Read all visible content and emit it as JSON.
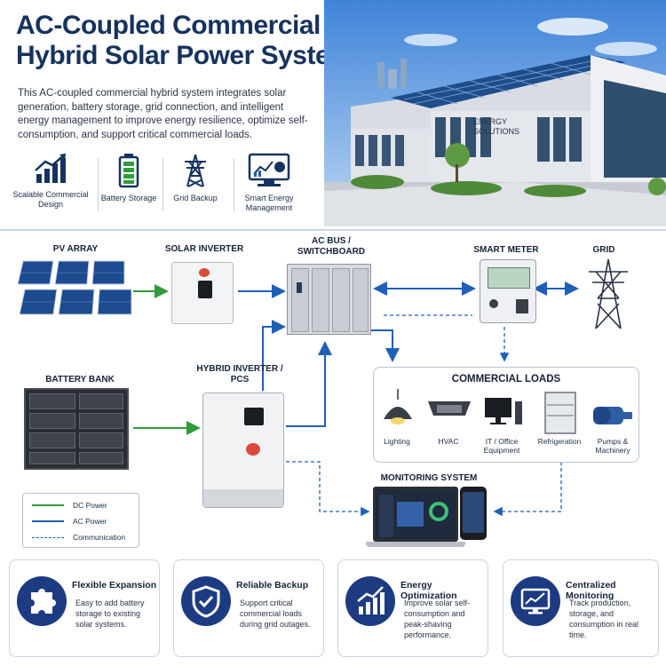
{
  "title": "AC-Coupled Commercial Hybrid Solar Power System",
  "description": "This AC-coupled commercial hybrid system integrates solar generation, battery storage, grid connection, and intelligent energy management to improve energy resilience, optimize self-consumption, and support critical commercial loads.",
  "features": [
    {
      "label": "Scalable Commercial Design",
      "icon": "bar-growth-icon"
    },
    {
      "label": "Battery Storage",
      "icon": "battery-icon"
    },
    {
      "label": "Grid Backup",
      "icon": "pylon-icon"
    },
    {
      "label": "Smart Energy Management",
      "icon": "monitor-chart-icon"
    }
  ],
  "building_sign": "ENERGY SOLUTIONS",
  "diagram": {
    "pv_array": "PV ARRAY",
    "solar_inverter": "SOLAR INVERTER",
    "ac_bus": "AC BUS / SWITCHBOARD",
    "smart_meter": "SMART METER",
    "grid": "GRID",
    "battery_bank": "BATTERY BANK",
    "hybrid_inverter": "HYBRID INVERTER / PCS",
    "commercial_loads": "COMMERCIAL LOADS",
    "monitoring_system": "MONITORING SYSTEM",
    "loads": [
      {
        "label": "Lighting",
        "icon": "lamp-icon"
      },
      {
        "label": "HVAC",
        "icon": "hvac-icon"
      },
      {
        "label": "IT / Office Equipment",
        "icon": "computer-icon"
      },
      {
        "label": "Refrigeration",
        "icon": "fridge-icon"
      },
      {
        "label": "Pumps & Machinery",
        "icon": "pump-icon"
      }
    ]
  },
  "legend": {
    "dc": "DC Power",
    "ac": "AC Power",
    "comm": "Communication",
    "colors": {
      "dc": "#2e9c3a",
      "ac": "#1f5fb8",
      "comm": "#1f5fb8"
    }
  },
  "cards": [
    {
      "title": "Flexible Expansion",
      "desc": "Easy to add battery storage to existing solar systems.",
      "icon": "puzzle-icon"
    },
    {
      "title": "Reliable Backup",
      "desc": "Support critical commercial loads during grid outages.",
      "icon": "shield-check-icon"
    },
    {
      "title": "Energy Optimization",
      "desc": "Improve solar self-consumption and peak-shaving performance.",
      "icon": "growth-chart-icon"
    },
    {
      "title": "Centralized Monitoring",
      "desc": "Track production, storage, and consumption in real time.",
      "icon": "monitor-icon"
    }
  ],
  "colors": {
    "navy": "#16325f",
    "accent": "#1c3b82",
    "dc": "#2e9c3a",
    "ac": "#1f5fb8"
  }
}
